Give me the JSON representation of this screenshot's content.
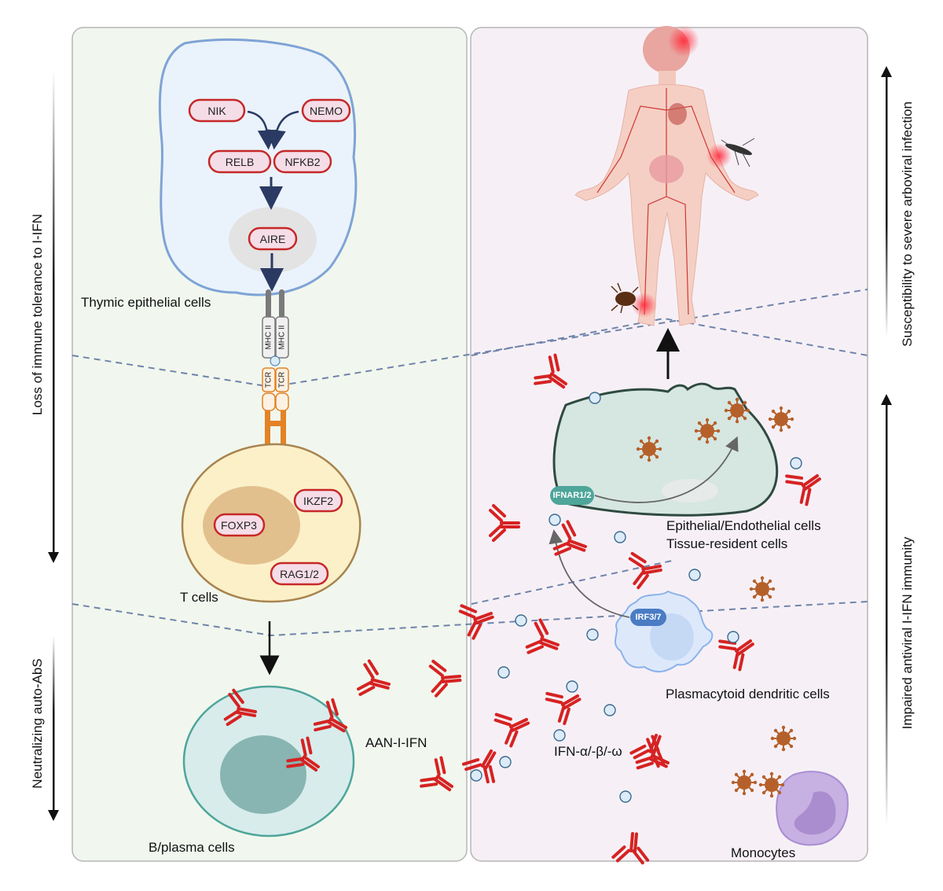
{
  "figure": {
    "left_panel": {
      "thymic_cell": {
        "label": "Thymic epithelial cells",
        "proteins": [
          "NIK",
          "NEMO",
          "RELB",
          "NFKB2",
          "AIRE"
        ]
      },
      "synapse": {
        "mhc_label": "MHC II",
        "tcr_label": "TCR"
      },
      "t_cell": {
        "label": "T cells",
        "proteins": [
          "IKZF2",
          "FOXP3",
          "RAG1/2"
        ]
      },
      "b_cell": {
        "label": "B/plasma cells"
      },
      "autoantibody_label": "AAN-I-IFN"
    },
    "right_panel": {
      "epithelial_cell": {
        "label_line1": "Epithelial/Endothelial cells",
        "label_line2": "Tissue-resident cells",
        "receptor": "IFNAR1/2"
      },
      "pdc": {
        "label": "Plasmacytoid dendritic cells",
        "factor": "IRF3/7"
      },
      "ifn_label": "IFN-α/-β/-ω",
      "monocyte_label": "Monocytes"
    },
    "side_axes": {
      "left_top": "Loss of immune tolerance to I-IFN",
      "left_bottom": "Neutralizing auto-AbS",
      "right_top": "Susceptibility to severe arboviral infection",
      "right_bottom": "Impaired antiviral I-IFN immunity"
    },
    "colors": {
      "left_panel_bg": "#f1f7ee",
      "right_panel_bg": "#f6f0f6",
      "antibody": "#d62222",
      "pill_fill": "#f5dde7",
      "pill_stroke": "#c62828",
      "virus": "#b5602a",
      "ifn_particle": "#dcebf8",
      "receptor_teal": "#4ea59a",
      "irf_blue": "#4a7cc4",
      "dash_line": "#7083aa"
    }
  }
}
